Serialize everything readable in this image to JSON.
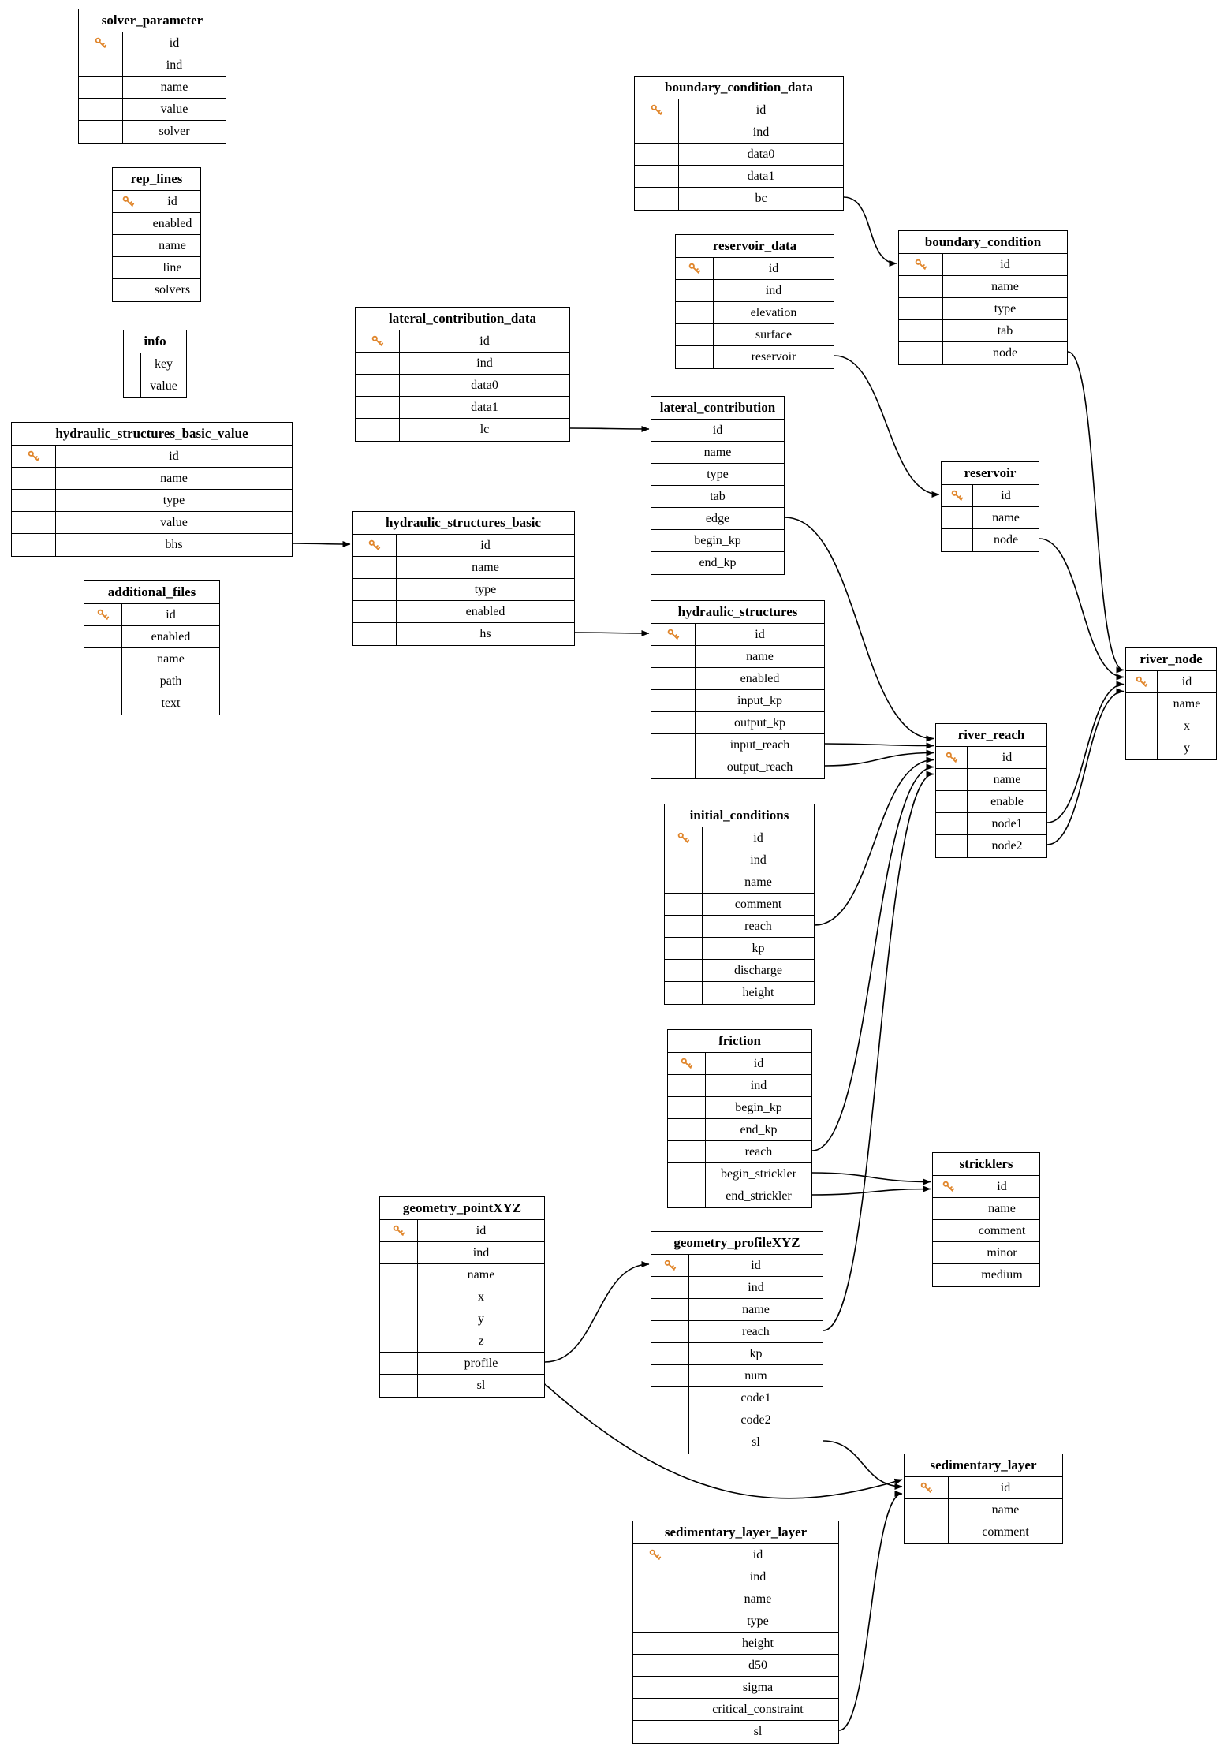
{
  "diagram": {
    "type": "er-schema",
    "tables": [
      {
        "name": "solver_parameter",
        "columns": [
          {
            "name": "id",
            "key": true
          },
          {
            "name": "ind"
          },
          {
            "name": "name"
          },
          {
            "name": "value"
          },
          {
            "name": "solver"
          }
        ]
      },
      {
        "name": "rep_lines",
        "columns": [
          {
            "name": "id",
            "key": true
          },
          {
            "name": "enabled"
          },
          {
            "name": "name"
          },
          {
            "name": "line"
          },
          {
            "name": "solvers"
          }
        ]
      },
      {
        "name": "info",
        "columns": [
          {
            "name": "key"
          },
          {
            "name": "value"
          }
        ]
      },
      {
        "name": "hydraulic_structures_basic_value",
        "columns": [
          {
            "name": "id",
            "key": true
          },
          {
            "name": "name"
          },
          {
            "name": "type"
          },
          {
            "name": "value"
          },
          {
            "name": "bhs"
          }
        ]
      },
      {
        "name": "additional_files",
        "columns": [
          {
            "name": "id",
            "key": true
          },
          {
            "name": "enabled"
          },
          {
            "name": "name"
          },
          {
            "name": "path"
          },
          {
            "name": "text"
          }
        ]
      },
      {
        "name": "lateral_contribution_data",
        "columns": [
          {
            "name": "id",
            "key": true
          },
          {
            "name": "ind"
          },
          {
            "name": "data0"
          },
          {
            "name": "data1"
          },
          {
            "name": "lc"
          }
        ]
      },
      {
        "name": "hydraulic_structures_basic",
        "columns": [
          {
            "name": "id",
            "key": true
          },
          {
            "name": "name"
          },
          {
            "name": "type"
          },
          {
            "name": "enabled"
          },
          {
            "name": "hs"
          }
        ]
      },
      {
        "name": "boundary_condition_data",
        "columns": [
          {
            "name": "id",
            "key": true
          },
          {
            "name": "ind"
          },
          {
            "name": "data0"
          },
          {
            "name": "data1"
          },
          {
            "name": "bc"
          }
        ]
      },
      {
        "name": "reservoir_data",
        "columns": [
          {
            "name": "id",
            "key": true
          },
          {
            "name": "ind"
          },
          {
            "name": "elevation"
          },
          {
            "name": "surface"
          },
          {
            "name": "reservoir"
          }
        ]
      },
      {
        "name": "lateral_contribution",
        "columns": [
          {
            "name": "id"
          },
          {
            "name": "name"
          },
          {
            "name": "type"
          },
          {
            "name": "tab"
          },
          {
            "name": "edge"
          },
          {
            "name": "begin_kp"
          },
          {
            "name": "end_kp"
          }
        ]
      },
      {
        "name": "boundary_condition",
        "columns": [
          {
            "name": "id",
            "key": true
          },
          {
            "name": "name"
          },
          {
            "name": "type"
          },
          {
            "name": "tab"
          },
          {
            "name": "node"
          }
        ]
      },
      {
        "name": "reservoir",
        "columns": [
          {
            "name": "id",
            "key": true
          },
          {
            "name": "name"
          },
          {
            "name": "node"
          }
        ]
      },
      {
        "name": "hydraulic_structures",
        "columns": [
          {
            "name": "id",
            "key": true
          },
          {
            "name": "name"
          },
          {
            "name": "enabled"
          },
          {
            "name": "input_kp"
          },
          {
            "name": "output_kp"
          },
          {
            "name": "input_reach"
          },
          {
            "name": "output_reach"
          }
        ]
      },
      {
        "name": "river_reach",
        "columns": [
          {
            "name": "id",
            "key": true
          },
          {
            "name": "name"
          },
          {
            "name": "enable"
          },
          {
            "name": "node1"
          },
          {
            "name": "node2"
          }
        ]
      },
      {
        "name": "river_node",
        "columns": [
          {
            "name": "id",
            "key": true
          },
          {
            "name": "name"
          },
          {
            "name": "x"
          },
          {
            "name": "y"
          }
        ]
      },
      {
        "name": "initial_conditions",
        "columns": [
          {
            "name": "id",
            "key": true
          },
          {
            "name": "ind"
          },
          {
            "name": "name"
          },
          {
            "name": "comment"
          },
          {
            "name": "reach"
          },
          {
            "name": "kp"
          },
          {
            "name": "discharge"
          },
          {
            "name": "height"
          }
        ]
      },
      {
        "name": "friction",
        "columns": [
          {
            "name": "id",
            "key": true
          },
          {
            "name": "ind"
          },
          {
            "name": "begin_kp"
          },
          {
            "name": "end_kp"
          },
          {
            "name": "reach"
          },
          {
            "name": "begin_strickler"
          },
          {
            "name": "end_strickler"
          }
        ]
      },
      {
        "name": "stricklers",
        "columns": [
          {
            "name": "id",
            "key": true
          },
          {
            "name": "name"
          },
          {
            "name": "comment"
          },
          {
            "name": "minor"
          },
          {
            "name": "medium"
          }
        ]
      },
      {
        "name": "geometry_pointXYZ",
        "columns": [
          {
            "name": "id",
            "key": true
          },
          {
            "name": "ind"
          },
          {
            "name": "name"
          },
          {
            "name": "x"
          },
          {
            "name": "y"
          },
          {
            "name": "z"
          },
          {
            "name": "profile"
          },
          {
            "name": "sl"
          }
        ]
      },
      {
        "name": "geometry_profileXYZ",
        "columns": [
          {
            "name": "id",
            "key": true
          },
          {
            "name": "ind"
          },
          {
            "name": "name"
          },
          {
            "name": "reach"
          },
          {
            "name": "kp"
          },
          {
            "name": "num"
          },
          {
            "name": "code1"
          },
          {
            "name": "code2"
          },
          {
            "name": "sl"
          }
        ]
      },
      {
        "name": "sedimentary_layer",
        "columns": [
          {
            "name": "id",
            "key": true
          },
          {
            "name": "name"
          },
          {
            "name": "comment"
          }
        ]
      },
      {
        "name": "sedimentary_layer_layer",
        "columns": [
          {
            "name": "id",
            "key": true
          },
          {
            "name": "ind"
          },
          {
            "name": "name"
          },
          {
            "name": "type"
          },
          {
            "name": "height"
          },
          {
            "name": "d50"
          },
          {
            "name": "sigma"
          },
          {
            "name": "critical_constraint"
          },
          {
            "name": "sl"
          }
        ]
      }
    ],
    "relations": [
      {
        "from": "boundary_condition_data.bc",
        "to": "boundary_condition.id"
      },
      {
        "from": "reservoir_data.reservoir",
        "to": "reservoir.id"
      },
      {
        "from": "lateral_contribution_data.lc",
        "to": "lateral_contribution.id"
      },
      {
        "from": "hydraulic_structures_basic_value.bhs",
        "to": "hydraulic_structures_basic.id"
      },
      {
        "from": "hydraulic_structures_basic.hs",
        "to": "hydraulic_structures.id"
      },
      {
        "from": "lateral_contribution.edge",
        "to": "river_reach.id"
      },
      {
        "from": "hydraulic_structures.input_reach",
        "to": "river_reach.id"
      },
      {
        "from": "hydraulic_structures.output_reach",
        "to": "river_reach.id"
      },
      {
        "from": "initial_conditions.reach",
        "to": "river_reach.id"
      },
      {
        "from": "friction.reach",
        "to": "river_reach.id"
      },
      {
        "from": "geometry_profileXYZ.reach",
        "to": "river_reach.id"
      },
      {
        "from": "friction.begin_strickler",
        "to": "stricklers.id"
      },
      {
        "from": "friction.end_strickler",
        "to": "stricklers.id"
      },
      {
        "from": "geometry_pointXYZ.profile",
        "to": "geometry_profileXYZ.id"
      },
      {
        "from": "geometry_pointXYZ.sl",
        "to": "sedimentary_layer.id"
      },
      {
        "from": "geometry_profileXYZ.sl",
        "to": "sedimentary_layer.id"
      },
      {
        "from": "sedimentary_layer_layer.sl",
        "to": "sedimentary_layer.id"
      },
      {
        "from": "boundary_condition.node",
        "to": "river_node.id"
      },
      {
        "from": "reservoir.node",
        "to": "river_node.id"
      },
      {
        "from": "river_reach.node1",
        "to": "river_node.id"
      },
      {
        "from": "river_reach.node2",
        "to": "river_node.id"
      }
    ],
    "colors": {
      "key_icon": "#e0862c",
      "border": "#000000",
      "edge": "#000000",
      "table_bg": "#ffffff",
      "page_bg": "#ffffff"
    }
  }
}
